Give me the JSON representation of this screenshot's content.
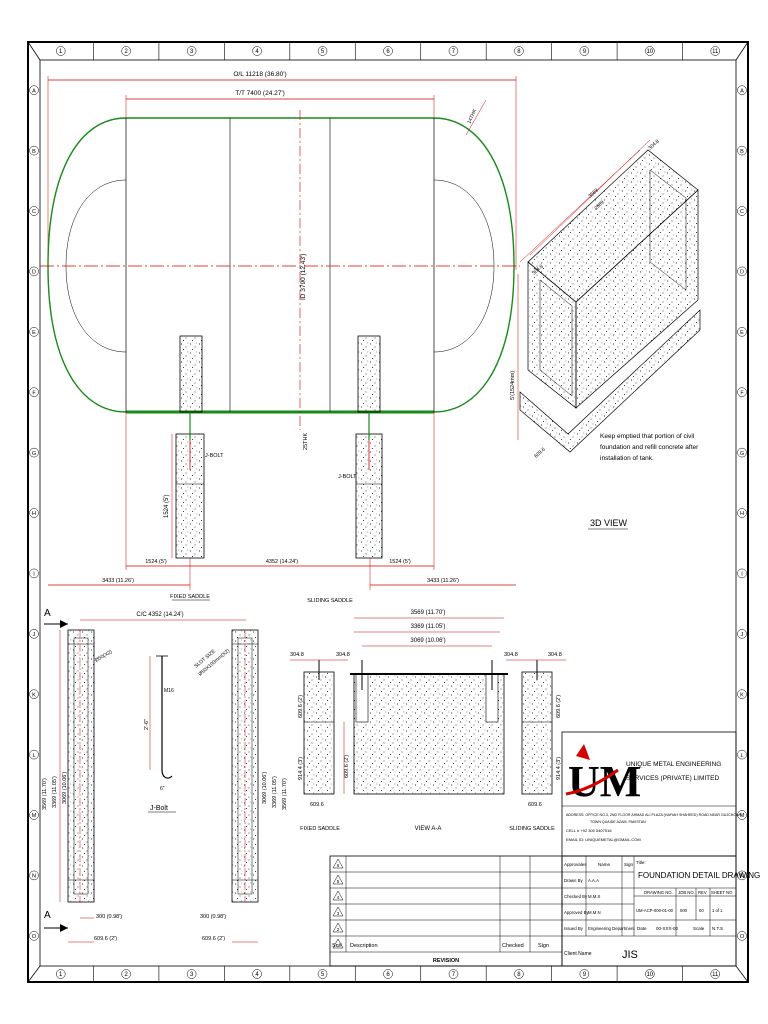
{
  "border": {
    "columns": [
      "1",
      "2",
      "3",
      "4",
      "5",
      "6",
      "7",
      "8",
      "9",
      "10",
      "11"
    ],
    "rows": [
      "A",
      "B",
      "C",
      "D",
      "E",
      "F",
      "G",
      "H",
      "I",
      "J",
      "K",
      "L",
      "M",
      "N",
      "O"
    ]
  },
  "tank": {
    "overall_length": "O/L 11218 (36.80')",
    "tangent_length": "T/T 7400 (24.27')",
    "inner_diameter": "ID 3790 (12.43')",
    "shell_thickness": "25THK",
    "head_thickness": "14THK",
    "saddle_height": "1524 (5')",
    "left_offset": "1524 (5')",
    "right_offset": "1524 (5')",
    "saddle_spacing": "4352 (14.24')",
    "end_left": "3433 (11.26')",
    "end_right": "3433 (11.26')",
    "jbolt_left": "J-BOLT",
    "jbolt_right": "J-BOLT",
    "fixed_saddle": "FIXED SADDLE",
    "sliding_saddle": "SLIDING SADDLE"
  },
  "view3d": {
    "title": "3D VIEW",
    "dim_top": "304.8",
    "dim_top2": "3569",
    "dim_top3": "2969",
    "dim_top4": "304.8",
    "dim_side": "609.6",
    "dim_height": "5'(1524mm)",
    "dim_left": "304.8",
    "note": [
      "Keep emptied that portion of civil",
      "foundation and refill concrete after",
      "installation of tank."
    ]
  },
  "section_aa": {
    "marker": "A",
    "cc": "C/C 4352 (14.24')",
    "dia": "Ø50(X2)",
    "slot": [
      "SLOT SIZE",
      "Ø50X100mm(X2)"
    ],
    "h1": "3569 (11.70')",
    "h2": "3369 (11.05')",
    "h3": "3069 (10.06')",
    "w300": "300 (0.98')",
    "w609": "609.6 (2')",
    "m16": "M16",
    "len": "2'-6\"",
    "hook": "6\"",
    "jbolt": "J-Bolt"
  },
  "view_aa": {
    "d1": "3569 (11.70')",
    "d2": "3369 (11.05')",
    "d3": "3069 (10.06')",
    "side_l": "304.8",
    "side_r": "304.8",
    "side_l2": "304.8",
    "side_r2": "304.8",
    "h914": "914.4 (3')",
    "h609": "609.6 (2')",
    "h609mid": "609.6 (2')",
    "w609": "609.6",
    "fixed": "FIXED SADDLE",
    "view": "VIEW A-A",
    "sliding": "SLIDING SADDLE"
  },
  "company": {
    "logo_letters": "UM",
    "name_line1": "UNIQUE METAL ENGINEERING",
    "name_line2": "SERVICES (PRIVATE) LIMITED",
    "address1": "ADDRESS: OFFICE NO.3, 2ND FLOOR AHMAD ALI PLAZA (HAFIAH SHAHEED) ROAD NEAR GUJCHOWK",
    "address2": "TOWN QUAIDE AZAM, PAKISTAN",
    "cell": "CELL #   +92 300 5407516",
    "email": "EMAIL ID:   UNIQUEMETAL@GMAIL.COM"
  },
  "titleblock": {
    "approvals_h": [
      "Approvales",
      "Name",
      "Sign"
    ],
    "rows": [
      {
        "label": "Drawn By",
        "name": "A.A.A"
      },
      {
        "label": "Checked By",
        "name": "M.M.S"
      },
      {
        "label": "Approved By",
        "name": "M.M.N"
      },
      {
        "label": "Issued By",
        "name": "Engineering Department"
      }
    ],
    "title_label": "Title:",
    "title": "FOUNDATION DETAIL DRAWING",
    "drawing_no_h": "DRAWING NO.",
    "job_no_h": "JOB NO.",
    "rev_h": "REV",
    "sheet_h": "SHEET NO",
    "drawing_no": "UM-ACP-000-01-00",
    "job_no": "000",
    "rev": "00",
    "sheet": "1 of 1",
    "date_h": "Date",
    "date": "00-XXX-00",
    "scale_h": "Scale",
    "scale": "N.T.S",
    "client_h": "Client Name",
    "client": "JIS"
  },
  "revision": {
    "numbers": [
      "6",
      "5",
      "4",
      "3",
      "2",
      "1"
    ],
    "sr": "Sr.#",
    "desc": "Description",
    "checked": "Checked",
    "sign": "Sign",
    "title": "REVISION"
  },
  "colors": {
    "dim": "#d40000",
    "shell": "#1a8a1a",
    "line": "#000000",
    "brand": "#d40000"
  }
}
